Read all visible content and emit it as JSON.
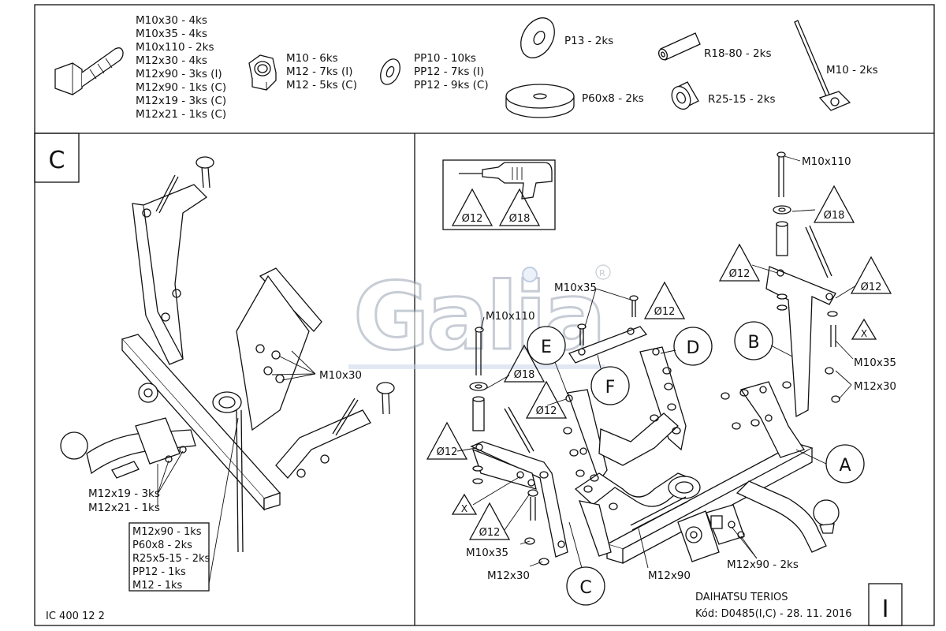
{
  "parts_list": {
    "bolt_lines": [
      "M10x30 - 4ks",
      "M10x35 - 4ks",
      "M10x110 - 2ks",
      "M12x30 - 4ks",
      "M12x90 - 3ks (I)",
      "M12x90 - 1ks (C)",
      "M12x19 - 3ks (C)",
      "M12x21 - 1ks (C)"
    ],
    "nut_lines": [
      "M10 - 6ks",
      "M12 - 7ks (I)",
      "M12 - 5ks (C)"
    ],
    "washer_lines": [
      "PP10 - 10ks",
      "PP12 - 7ks (I)",
      "PP12 - 9ks (C)"
    ],
    "p13": "P13 - 2ks",
    "p60": "P60x8 - 2ks",
    "r18": "R18-80 - 2ks",
    "r25": "R25-15 - 2ks",
    "rod": "M10 - 2ks"
  },
  "panel_c": {
    "corner_letter": "C",
    "m10x30": "M10x30",
    "m12x19": "M12x19 - 3ks",
    "m12x21": "M12x21 - 1ks",
    "kit_lines": [
      "M12x90 - 1ks",
      "P60x8 - 2ks",
      "R25x5-15 - 2ks",
      "PP12 - 1ks",
      "M12 - 1ks"
    ],
    "code": "IC 400 12 2"
  },
  "panel_i": {
    "corner_letter": "I",
    "drill_d12": "Ø12",
    "drill_d18": "Ø18",
    "d12": "Ø12",
    "d18": "Ø18",
    "x": "X",
    "letters": {
      "a": "A",
      "b": "B",
      "c": "C",
      "d": "D",
      "e": "E",
      "f": "F"
    },
    "m10x110": "M10x110",
    "m10x35": "M10x35",
    "m12x30": "M12x30",
    "m12x90": "M12x90",
    "m12x90_2": "M12x90 - 2ks",
    "vehicle": "DAIHATSU TERIOS",
    "kod": "Kód: D0485(I,C) - 28. 11. 2016"
  },
  "watermark": {
    "brand": "Galia",
    "registered": "R"
  }
}
